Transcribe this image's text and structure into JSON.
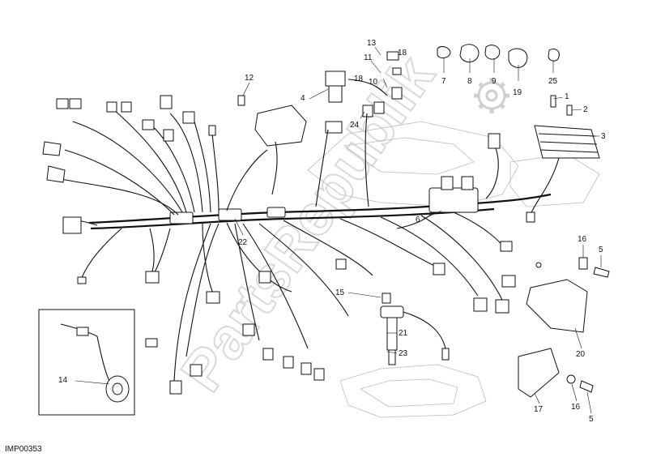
{
  "diagram": {
    "footer_code": "IMP00353",
    "watermark": "PartsRepublik",
    "colors": {
      "line": "#111111",
      "watermark": "#d9d9d9",
      "ghost": "#bbbbbb"
    },
    "callouts": [
      {
        "id": "c1",
        "label": "1"
      },
      {
        "id": "c2",
        "label": "2"
      },
      {
        "id": "c3",
        "label": "3"
      },
      {
        "id": "c4",
        "label": "4"
      },
      {
        "id": "c5a",
        "label": "5"
      },
      {
        "id": "c5b",
        "label": "5"
      },
      {
        "id": "c6",
        "label": "6"
      },
      {
        "id": "c7",
        "label": "7"
      },
      {
        "id": "c8",
        "label": "8"
      },
      {
        "id": "c9",
        "label": "9"
      },
      {
        "id": "c10",
        "label": "10"
      },
      {
        "id": "c11",
        "label": "11"
      },
      {
        "id": "c12",
        "label": "12"
      },
      {
        "id": "c13",
        "label": "13"
      },
      {
        "id": "c14",
        "label": "14"
      },
      {
        "id": "c15",
        "label": "15"
      },
      {
        "id": "c16a",
        "label": "16"
      },
      {
        "id": "c16b",
        "label": "16"
      },
      {
        "id": "c17",
        "label": "17"
      },
      {
        "id": "c18a",
        "label": "18"
      },
      {
        "id": "c18b",
        "label": "18"
      },
      {
        "id": "c19",
        "label": "19"
      },
      {
        "id": "c20",
        "label": "20"
      },
      {
        "id": "c21",
        "label": "21"
      },
      {
        "id": "c22",
        "label": "22"
      },
      {
        "id": "c23",
        "label": "23"
      },
      {
        "id": "c24",
        "label": "24"
      },
      {
        "id": "c25",
        "label": "25"
      }
    ]
  }
}
